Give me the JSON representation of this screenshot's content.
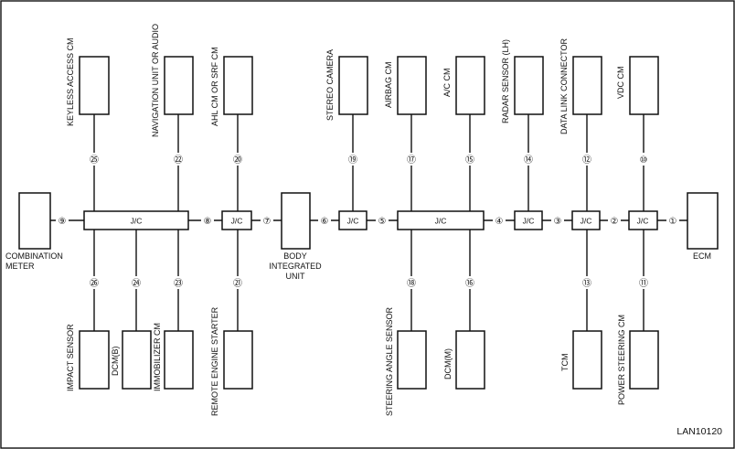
{
  "diagram": {
    "reference": "LAN10120",
    "jc_label": "J/C",
    "ends": {
      "combination_meter": [
        "COMBINATION",
        "METER"
      ],
      "body_integrated_unit": [
        "BODY",
        "INTEGRATED",
        "UNIT"
      ],
      "ecm": "ECM"
    },
    "bus_numbers": [
      "⑨",
      "⑧",
      "⑦",
      "⑥",
      "⑤",
      "④",
      "③",
      "②",
      "①"
    ],
    "top_units": [
      {
        "label": "KEYLESS ACCESS CM",
        "num": "㉕"
      },
      {
        "label": "NAVIGATION UNIT OR AUDIO",
        "num": "㉒"
      },
      {
        "label": "AHL CM OR SRF CM",
        "num": "⑳"
      },
      {
        "label": "STEREO CAMERA",
        "num": "⑲"
      },
      {
        "label": "AIRBAG CM",
        "num": "⑰"
      },
      {
        "label": "A/C CM",
        "num": "⑮"
      },
      {
        "label": "RADAR SENSOR (LH)",
        "num": "⑭"
      },
      {
        "label": "DATA LINK CONNECTOR",
        "num": "⑫"
      },
      {
        "label": "VDC CM",
        "num": "⑩"
      }
    ],
    "bottom_units": [
      {
        "label": "IMPACT SENSOR",
        "num": "㉖"
      },
      {
        "label": "DCM(B)",
        "num": "㉔"
      },
      {
        "label": "IMMOBILIZER CM",
        "num": "㉓"
      },
      {
        "label": "REMOTE ENGINE STARTER",
        "num": "㉑"
      },
      {
        "label": "STEERING ANGLE SENSOR",
        "num": "⑱"
      },
      {
        "label": "DCM(M)",
        "num": "⑯"
      },
      {
        "label": "TCM",
        "num": "⑬"
      },
      {
        "label": "POWER STEERING CM",
        "num": "⑪"
      }
    ]
  }
}
